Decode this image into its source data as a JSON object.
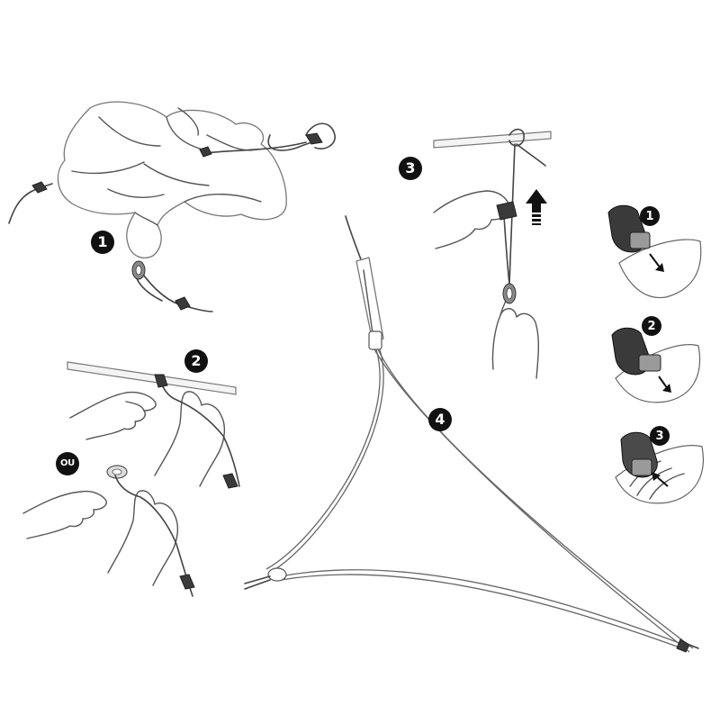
{
  "steps": {
    "step1": {
      "badge": "1"
    },
    "step2": {
      "badge": "2",
      "alt_badge": "OU"
    },
    "step3": {
      "badge": "3"
    },
    "step4": {
      "badge": "4"
    }
  },
  "clip_steps": [
    {
      "badge": "1"
    },
    {
      "badge": "2"
    },
    {
      "badge": "3"
    }
  ],
  "colors": {
    "badge_bg": "#111111",
    "badge_text": "#ffffff",
    "line": "#555555"
  }
}
